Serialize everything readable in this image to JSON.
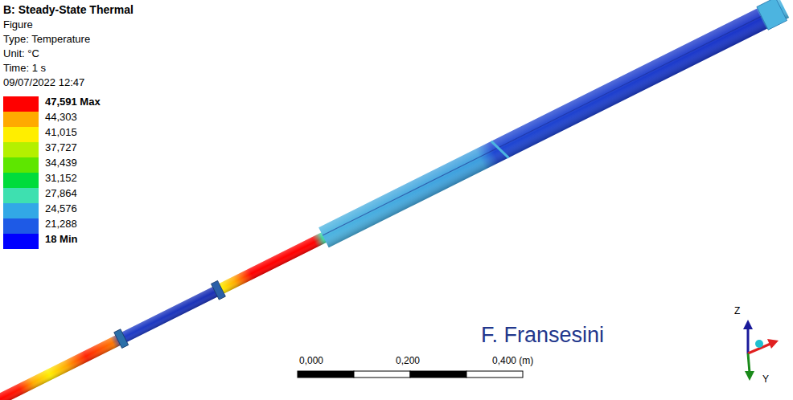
{
  "diagram": {
    "title": "B: Steady-State Thermal",
    "labels": [
      "Figure",
      "Type: Temperature",
      "Unit: °C",
      "Time: 1 s",
      "09/07/2022 12:47",
      "F. Fransesini",
      "0,000",
      "0,200",
      "0,400 (m)",
      "Z",
      "Y"
    ],
    "legend": [
      {
        "text": "47,591 Max",
        "color": "#ff0000"
      },
      {
        "text": "44,303",
        "color": "#ffaa00"
      },
      {
        "text": "41,015",
        "color": "#ffee00"
      },
      {
        "text": "37,727",
        "color": "#b4f000"
      },
      {
        "text": "34,439",
        "color": "#5ee600"
      },
      {
        "text": "31,152",
        "color": "#00dc3c"
      },
      {
        "text": "27,864",
        "color": "#3ee0b0"
      },
      {
        "text": "24,576",
        "color": "#32a8e6"
      },
      {
        "text": "21,288",
        "color": "#1e5ae6"
      },
      {
        "text": "18 Min",
        "color": "#0000ff"
      }
    ]
  }
}
